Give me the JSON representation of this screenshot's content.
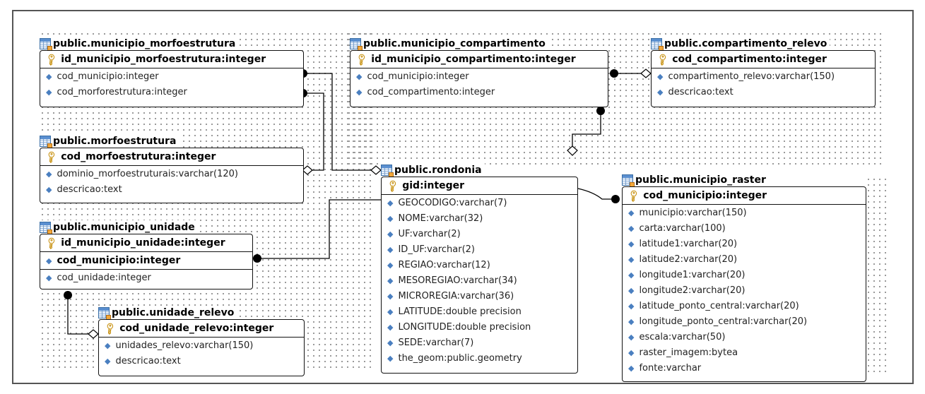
{
  "entities": {
    "municipio_morfoestrutura": {
      "title": "public.municipio_morfoestrutura",
      "pk": "id_municipio_morfoestrutura:integer",
      "attrs": [
        "cod_municipio:integer",
        "cod_morforestrutura:integer"
      ]
    },
    "municipio_compartimento": {
      "title": "public.municipio_compartimento",
      "pk": "id_municipio_compartimento:integer",
      "attrs": [
        "cod_municipio:integer",
        "cod_compartimento:integer"
      ]
    },
    "compartimento_relevo": {
      "title": "public.compartimento_relevo",
      "pk": "cod_compartimento:integer",
      "attrs": [
        "compartimento_relevo:varchar(150)",
        "descricao:text"
      ]
    },
    "morfoestrutura": {
      "title": "public.morfoestrutura",
      "pk": "cod_morfoestrutura:integer",
      "attrs": [
        "dominio_morfoestruturais:varchar(120)",
        "descricao:text"
      ]
    },
    "rondonia": {
      "title": "public.rondonia",
      "pk": "gid:integer",
      "attrs": [
        "GEOCODIGO:varchar(7)",
        "NOME:varchar(32)",
        "UF:varchar(2)",
        "ID_UF:varchar(2)",
        "REGIAO:varchar(12)",
        "MESOREGIAO:varchar(34)",
        "MICROREGIA:varchar(36)",
        "LATITUDE:double precision",
        "LONGITUDE:double precision",
        "SEDE:varchar(7)",
        "the_geom:public.geometry"
      ]
    },
    "municipio_raster": {
      "title": "public.municipio_raster",
      "pk": "cod_municipio:integer",
      "attrs": [
        "municipio:varchar(150)",
        "carta:varchar(100)",
        "latitude1:varchar(20)",
        "latitude2:varchar(20)",
        "longitude1:varchar(20)",
        "longitude2:varchar(20)",
        "latitude_ponto_central:varchar(20)",
        "longitude_ponto_central:varchar(20)",
        "escala:varchar(50)",
        "raster_imagem:bytea",
        "fonte:varchar"
      ]
    },
    "municipio_unidade": {
      "title": "public.municipio_unidade",
      "pk": "id_municipio_unidade:integer",
      "pk2": "cod_municipio:integer",
      "attrs": [
        "cod_unidade:integer"
      ]
    },
    "unidade_relevo": {
      "title": "public.unidade_relevo",
      "pk": "cod_unidade_relevo:integer",
      "attrs": [
        "unidades_relevo:varchar(150)",
        "descricao:text"
      ]
    }
  },
  "icons": {
    "table": "table-icon",
    "primary_key": "key-icon",
    "attribute": "attribute-diamond-icon",
    "relationship_one": "filled-circle-end",
    "relationship_many": "hollow-diamond-end"
  },
  "colors": {
    "border": "#111111",
    "key": "#c48a00",
    "attribute": "#4a7fc0",
    "grid_dots": "#8a8a8a"
  }
}
